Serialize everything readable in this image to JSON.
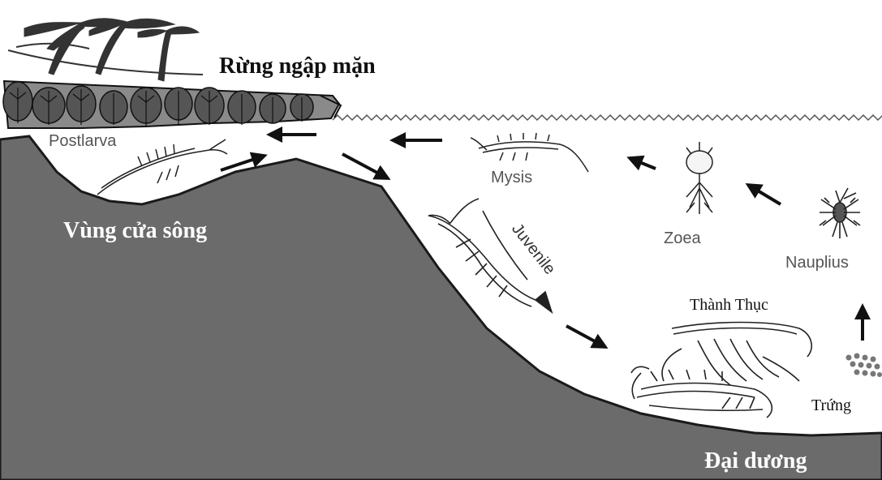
{
  "labels": {
    "mangrove": "Rừng ngập mặn",
    "estuary": "Vùng cửa sông",
    "ocean": "Đại dương",
    "postlarva": "Postlarva",
    "mysis": "Mysis",
    "zoea": "Zoea",
    "nauplius": "Nauplius",
    "juvenile": "Juvenile",
    "mature": "Thành Thục",
    "eggs": "Trứng"
  },
  "colors": {
    "seabed": "#6b6b6b",
    "seabed_edge": "#1a1a1a",
    "white_label": "#ffffff",
    "dark_label": "#111111",
    "gray_label": "#555555"
  },
  "icons": [
    "palm-tree-icon",
    "mangrove-tree-icon",
    "shrimp-icon",
    "egg-cluster-icon",
    "arrow-icon",
    "wave-icon"
  ]
}
